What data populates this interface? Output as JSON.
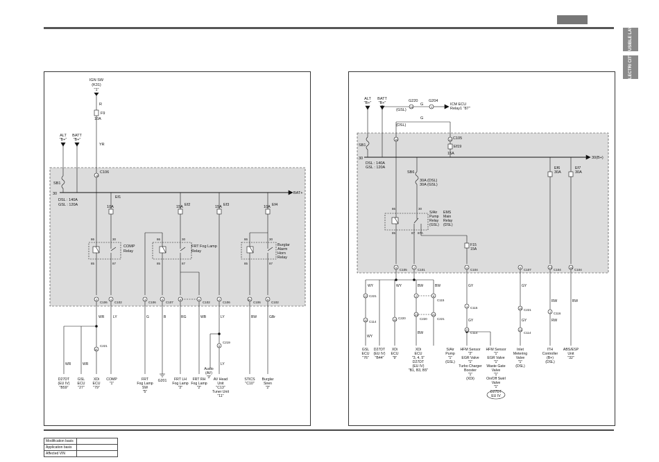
{
  "side_tabs": [
    "FUSIBLE LAY",
    "ELECTRI CITY"
  ],
  "info_table": [
    "Modification basis",
    "Application basis",
    "Affected VIN"
  ],
  "left": {
    "ign_sw": [
      "IGN SW",
      "(K31)",
      "\"1\""
    ],
    "fuse_f9": [
      "F9",
      "10A"
    ],
    "wire_r": "R",
    "wire_yr": "YR",
    "alt": [
      "ALT",
      "\"B+\""
    ],
    "batt": [
      "BATT",
      "\"B+\""
    ],
    "c106_top": "C106",
    "pin_18": "18",
    "sb1": "SB1",
    "pin_30": "30",
    "dsl_gsl": [
      "DSL : 140A",
      "GSL : 120A"
    ],
    "bat_plus": "BAT+",
    "fuses": [
      {
        "name": "Ef1",
        "rating": "10A"
      },
      {
        "name": "Ef2",
        "rating": "15A"
      },
      {
        "name": "Ef3",
        "rating": "15A"
      },
      {
        "name": "Ef4",
        "rating": "10A"
      }
    ],
    "relay1": {
      "name": [
        "COMP",
        "Relay"
      ],
      "pins": [
        "86",
        "30",
        "85",
        "87"
      ]
    },
    "relay2": {
      "name": [
        "FRT Fog Lamp",
        "Relay"
      ],
      "pins": [
        "86",
        "30",
        "85",
        "87"
      ]
    },
    "relay3": {
      "name": [
        "Burglar",
        "Alarm",
        "Horn",
        "Relay"
      ],
      "pins": [
        "86",
        "30",
        "85",
        "87"
      ]
    },
    "connectors": [
      "2",
      "C106",
      "4",
      "C102",
      "3",
      "C106",
      "5",
      "C107",
      "8",
      "6",
      "C102",
      "2",
      "C106",
      "16",
      "C106",
      "8",
      "C102"
    ],
    "wires": [
      "WR",
      "LY",
      "G",
      "B",
      "RG",
      "WB",
      "LY",
      "BW",
      "GBr",
      "WR",
      "WR",
      "LY"
    ],
    "c221": [
      "14",
      "C221"
    ],
    "c219": [
      "6",
      "C219"
    ],
    "g201": "G201",
    "components": [
      [
        "D27DT",
        "(EU IV)",
        "\"B59\""
      ],
      [
        "GSL",
        "ECU",
        "\"27\""
      ],
      [
        "XDi",
        "ECU",
        "\"79\""
      ],
      [
        "COMP",
        "\"1\""
      ],
      [
        "FRT",
        "Fog Lamp",
        "SW",
        "\"5\""
      ],
      [
        "FRT LH",
        "Fog Lamp",
        "\"2\""
      ],
      [
        "FRT RH",
        "Fog Lamp",
        "\"2\""
      ],
      [
        "Audio",
        "(AV)",
        "\"3\""
      ],
      [
        "AV Head",
        "Unit",
        "\"C13\"",
        "Tuner Unit",
        "\"11\""
      ],
      [
        "STICS",
        "\"C10\""
      ],
      [
        "Burglar",
        "Siren",
        "\"2\""
      ]
    ]
  },
  "right": {
    "alt": [
      "ALT",
      "\"B+\""
    ],
    "batt": [
      "BATT",
      "\"B+\""
    ],
    "g220": "G220",
    "g204": "G204",
    "pin14": "14",
    "pin1": "1",
    "wire_g": "G",
    "icm": [
      "ICM ECU",
      "Relay1 \"87\""
    ],
    "gsl_tag": [
      "(GSL)",
      "(DSL)"
    ],
    "c105": [
      "16",
      "12",
      "C105"
    ],
    "ef19": [
      "Ef19",
      "15A"
    ],
    "sb1": "SB1",
    "pin_30": "30",
    "dsl_gsl": [
      "DSL : 140A",
      "GSL : 120A"
    ],
    "b_plus": "30(B+)",
    "sb6": "SB6",
    "sb6_rating": [
      "30A (DSL)",
      "30A (GSL)"
    ],
    "ef6": [
      "Ef6",
      "30A"
    ],
    "ef7": [
      "Ef7",
      "30A"
    ],
    "relay": {
      "name": [
        "S/Air",
        "Pump",
        "Relay",
        "(GSL)"
      ],
      "name2": [
        "EMS",
        "Main",
        "Relay",
        "(DSL)"
      ],
      "pins": [
        "86",
        "30",
        "85",
        "87",
        "87A"
      ]
    },
    "f15": [
      "F15",
      "15A"
    ],
    "connectors": [
      "5",
      "C105",
      "2",
      "C101",
      "4",
      "C104",
      "6",
      "C107",
      "13",
      "C104",
      "16",
      "C104"
    ],
    "wires": [
      "WY",
      "WY",
      "WY",
      "BW",
      "BW",
      "GY",
      "GY",
      "GY",
      "GY",
      "RW",
      "RW",
      "BW",
      "BW"
    ],
    "c221a": [
      "17",
      "C221"
    ],
    "c114a": [
      "12",
      "C114"
    ],
    "c220a": [
      "13",
      "C220"
    ],
    "c115a": [
      "2",
      "8",
      "C115"
    ],
    "c220b": [
      "23",
      "C220"
    ],
    "c221b": [
      "20",
      "C221"
    ],
    "c115b": [
      "1",
      "C115"
    ],
    "c114b": [
      "27",
      "C114"
    ],
    "c221c": [
      "15",
      "C221"
    ],
    "c114c": [
      "14",
      "C114"
    ],
    "c116": [
      "1",
      "C116"
    ],
    "components": [
      [
        "GSL",
        "ECU",
        "\"76\""
      ],
      [
        "D27DT",
        "(EU IV)",
        "\"B44\""
      ],
      [
        "XDi",
        "ECU",
        "\"9\""
      ],
      [
        "XDi",
        "ECU",
        "\"3, 4, 5\"",
        "D27DT",
        "(EU IV)",
        "\"B1, B3, B5\""
      ],
      [
        "S/Air",
        "Pump",
        "\"1\"",
        "(GSL)"
      ],
      [
        "HFM Sensor",
        "\"2\"",
        "EGR Valve",
        "\"1\"",
        "Turbo Charger",
        "Booster",
        "\"1\"",
        "(XDi)"
      ],
      [
        "HFM Sensor",
        "\"1\"",
        "EGR Valve",
        "\"1\"",
        "Waste Gate",
        "Valve",
        "\"1\"",
        "On/Off Swirl",
        "Valve",
        "\"1\"",
        "D27DT",
        "EU IV"
      ],
      [
        "Inlet",
        "Metering",
        "Valve",
        "\"1\"",
        "(DSL)"
      ],
      [
        "ITH",
        "Controller",
        "(B+)",
        "(DSL)"
      ],
      [
        "ABS/ESP",
        "Unit",
        "\"32\""
      ]
    ]
  }
}
